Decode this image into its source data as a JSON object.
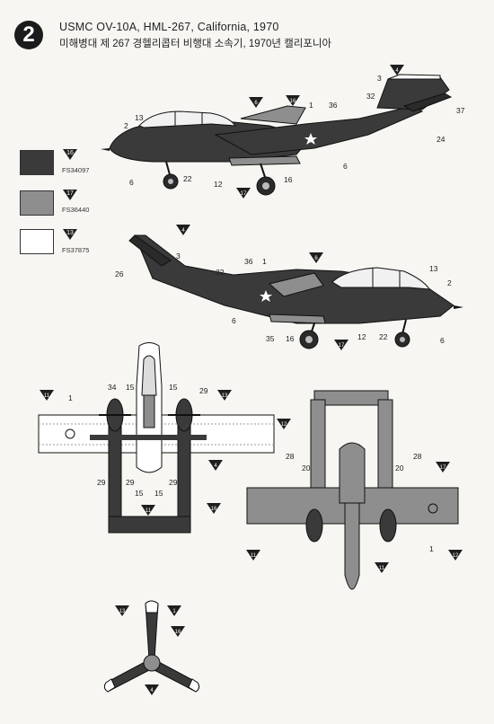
{
  "header": {
    "step_number": "2",
    "title_en": "USMC OV-10A, HML-267, California, 1970",
    "title_ko": "미해병대 제 267 경헬리콥터 비행대 소속기, 1970년 캘리포니아"
  },
  "colors": {
    "dark": "#3a3a3a",
    "mid": "#8e8e8e",
    "light": "#ffffff",
    "callout": "#1e1e1e"
  },
  "legend": [
    {
      "code": "FS34097",
      "color": "#3a3a3a",
      "marker": "16"
    },
    {
      "code": "FS36440",
      "color": "#8e8e8e",
      "marker": "17"
    },
    {
      "code": "FS37875",
      "color": "#ffffff",
      "marker": "13"
    }
  ],
  "callouts": {
    "side1_triangles": [
      "4",
      "6",
      "16"
    ],
    "side1_numbers": [
      "3",
      "1",
      "36",
      "32",
      "37",
      "2",
      "13",
      "24",
      "6",
      "22",
      "12",
      "16",
      "6"
    ],
    "side1_bottom_triangle": "17",
    "side2_triangles": [
      "4",
      "6",
      "17"
    ],
    "side2_numbers": [
      "3",
      "26",
      "32",
      "36",
      "1",
      "13",
      "2",
      "6",
      "35",
      "16",
      "12",
      "22",
      "6"
    ],
    "top_view": [
      "34",
      "15",
      "15",
      "29",
      "1",
      "29",
      "29",
      "15",
      "15",
      "29"
    ],
    "top_view_triangles": [
      "11",
      "13",
      "12",
      "4",
      "11",
      "16"
    ],
    "bottom_view": [
      "28",
      "20",
      "20",
      "28",
      "1"
    ],
    "bottom_view_triangles": [
      "17",
      "11",
      "12",
      "11"
    ],
    "prop_triangles": [
      "13",
      "1",
      "16",
      "4"
    ]
  }
}
